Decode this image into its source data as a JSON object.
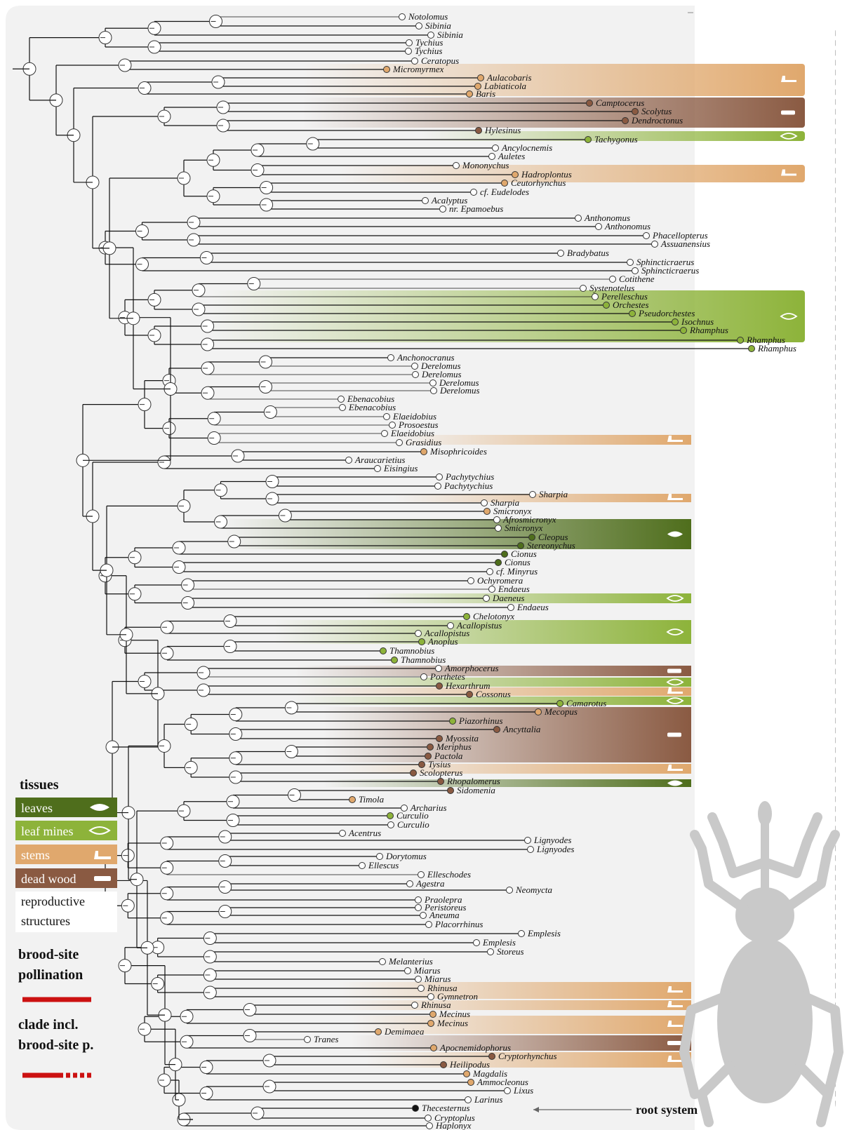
{
  "colors": {
    "leaves": "#4f6e1c",
    "leaf_mines": "#8db33a",
    "stems": "#e0a86d",
    "dead_wood": "#8a5a42",
    "reproductive": "#ffffff",
    "brood": "#cc1111",
    "root_node": "#111111"
  },
  "legend": {
    "tissues_title": "tissues",
    "items": [
      {
        "label": "leaves",
        "color": "#4f6e1c",
        "icon": "leaf-icon",
        "text_color": "#ffffff"
      },
      {
        "label": "leaf mines",
        "color": "#8db33a",
        "icon": "leaf-mine-icon",
        "text_color": "#ffffff"
      },
      {
        "label": "stems",
        "color": "#e0a86d",
        "icon": "stem-icon",
        "text_color": "#ffffff"
      },
      {
        "label": "dead wood",
        "color": "#8a5a42",
        "icon": "dead-wood-icon",
        "text_color": "#ffffff"
      },
      {
        "label": "reproductive",
        "label2": "structures",
        "color": "#ffffff",
        "icon": "",
        "text_color": "#111111"
      }
    ],
    "brood_title": "brood-site",
    "brood_title2": "pollination",
    "clade_title": "clade incl.",
    "clade_title2": "brood-site p."
  },
  "root_system_label": "root system",
  "taxa": [
    "Notolomus",
    "Sibinia",
    "Sibinia",
    "Tychius",
    "Tychius",
    "Ceratopus",
    "Micromyrmex",
    "Aulacobaris",
    "Labiaticola",
    "Baris",
    "Camptocerus",
    "Scolytus",
    "Dendroctonus",
    "Hylesinus",
    "Tachygonus",
    "Ancylocnemis",
    "Auletes",
    "Mononychus",
    "Hadroplontus",
    "Ceutorhynchus",
    "cf. Eudelodes",
    "Acalyptus",
    "nr. Epamoebus",
    "Anthonomus",
    "Anthonomus",
    "Phacellopterus",
    "Assuanensius",
    "Bradybatus",
    "Sphincticraerus",
    "Sphincticraerus",
    "Cotithene",
    "Systenotelus",
    "Perelleschus",
    "Orchestes",
    "Pseudorchestes",
    "Isochnus",
    "Rhamphus",
    "Rhamphus",
    "Rhamphus",
    "Anchonocranus",
    "Derelomus",
    "Derelomus",
    "Derelomus",
    "Derelomus",
    "Ebenacobius",
    "Ebenacobius",
    "Elaeidobius",
    "Prosoestus",
    "Elaeidobius",
    "Grasidius",
    "Misophricoides",
    "Araucarietius",
    "Eisingius",
    "Pachytychius",
    "Pachytychius",
    "Sharpia",
    "Sharpia",
    "Smicronyx",
    "Afrosmicronyx",
    "Smicronyx",
    "Cleopus",
    "Stereonychus",
    "Cionus",
    "Cionus",
    "cf. Minyrus",
    "Ochyromera",
    "Endaeus",
    "Daeneus",
    "Endaeus",
    "Chelotonyx",
    "Acallopistus",
    "Acallopistus",
    "Anoplus",
    "Thamnobius",
    "Thamnobius",
    "Amorphocerus",
    "Porthetes",
    "Hexarthrum",
    "Cossonus",
    "Camarotus",
    "Mecopus",
    "Piazorhinus",
    "Ancyttalia",
    "Myossita",
    "Meriphus",
    "Pactola",
    "Tysius",
    "Scolopterus",
    "Rhopalomerus",
    "Sidomenia",
    "Timola",
    "Archarius",
    "Curculio",
    "Curculio",
    "Acentrus",
    "Lignyodes",
    "Lignyodes",
    "Dorytomus",
    "Ellescus",
    "Elleschodes",
    "Agestra",
    "Neomycta",
    "Praolepra",
    "Peristoreus",
    "Aneuma",
    "Placorrhinus",
    "Emplesis",
    "Emplesis",
    "Storeus",
    "Melanterius",
    "Miarus",
    "Miarus",
    "Rhinusa",
    "Gymnetron",
    "Rhinusa",
    "Mecinus",
    "Mecinus",
    "Demimaea",
    "Tranes",
    "Apocnemidophorus",
    "Cryptorhynchus",
    "Heilipodus",
    "Magdalis",
    "Ammocleonus",
    "Lixus",
    "Larinus",
    "Thecesternus",
    "Cryptoplus",
    "Haplonyx"
  ]
}
